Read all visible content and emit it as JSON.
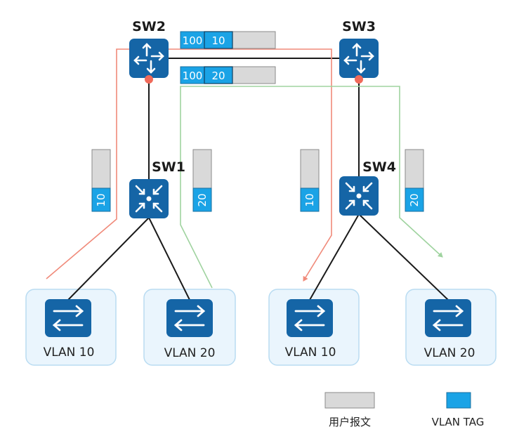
{
  "colors": {
    "device": "#1565a6",
    "tag": "#1aa3e6",
    "packet": "#d9d9d9",
    "vlan10_path": "#f08a7a",
    "vlan20_path": "#9fd39f",
    "link": "#1a1a1a",
    "port": "#f06a5a",
    "area_fill": "#eaf5fd",
    "area_border": "#b9dcf2"
  },
  "switches": {
    "sw1": {
      "name": "SW1",
      "icon": "l2-switch-icon"
    },
    "sw2": {
      "name": "SW2",
      "icon": "router-icon"
    },
    "sw3": {
      "name": "SW3",
      "icon": "router-icon"
    },
    "sw4": {
      "name": "SW4",
      "icon": "l2-switch-icon"
    }
  },
  "access": [
    {
      "label": "VLAN 10",
      "icon": "access-switch-icon"
    },
    {
      "label": "VLAN 20",
      "icon": "access-switch-icon"
    },
    {
      "label": "VLAN 10",
      "icon": "access-switch-icon"
    },
    {
      "label": "VLAN 20",
      "icon": "access-switch-icon"
    }
  ],
  "frames": {
    "trunk_vlan10": {
      "outer_tag": "100",
      "inner_tag": "10"
    },
    "trunk_vlan20": {
      "outer_tag": "100",
      "inner_tag": "20"
    },
    "sw1_vlan10": "10",
    "sw1_vlan20": "20",
    "sw4_vlan10": "10",
    "sw4_vlan20": "20"
  },
  "legend": {
    "user_packet": "用户报文",
    "vlan_tag": "VLAN TAG"
  }
}
